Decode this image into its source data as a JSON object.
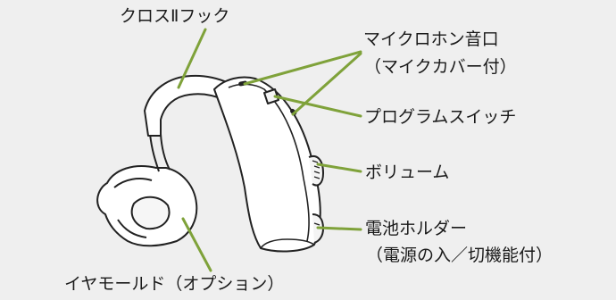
{
  "labels": {
    "hook": "クロスⅡフック",
    "mic_port": "マイクロホン音口",
    "mic_cover": "（マイクカバー付）",
    "program_switch": "プログラムスイッチ",
    "volume": "ボリューム",
    "battery_holder": "電池ホルダー",
    "power_switch": "（電源の入／切機能付）",
    "ear_mold": "イヤモールド（オプション）"
  },
  "colors": {
    "background": "#efefef",
    "leader_line": "#7fa23a",
    "outline": "#222222",
    "body_fill": "#ffffff"
  }
}
